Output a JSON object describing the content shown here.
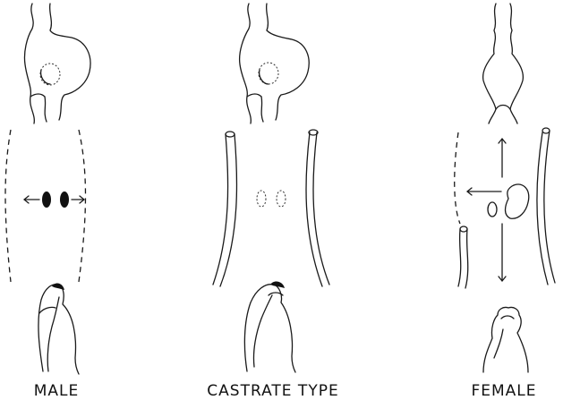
{
  "panels": [
    {
      "label": "MALE"
    },
    {
      "label": "CASTRATE TYPE"
    },
    {
      "label": "FEMALE"
    }
  ]
}
